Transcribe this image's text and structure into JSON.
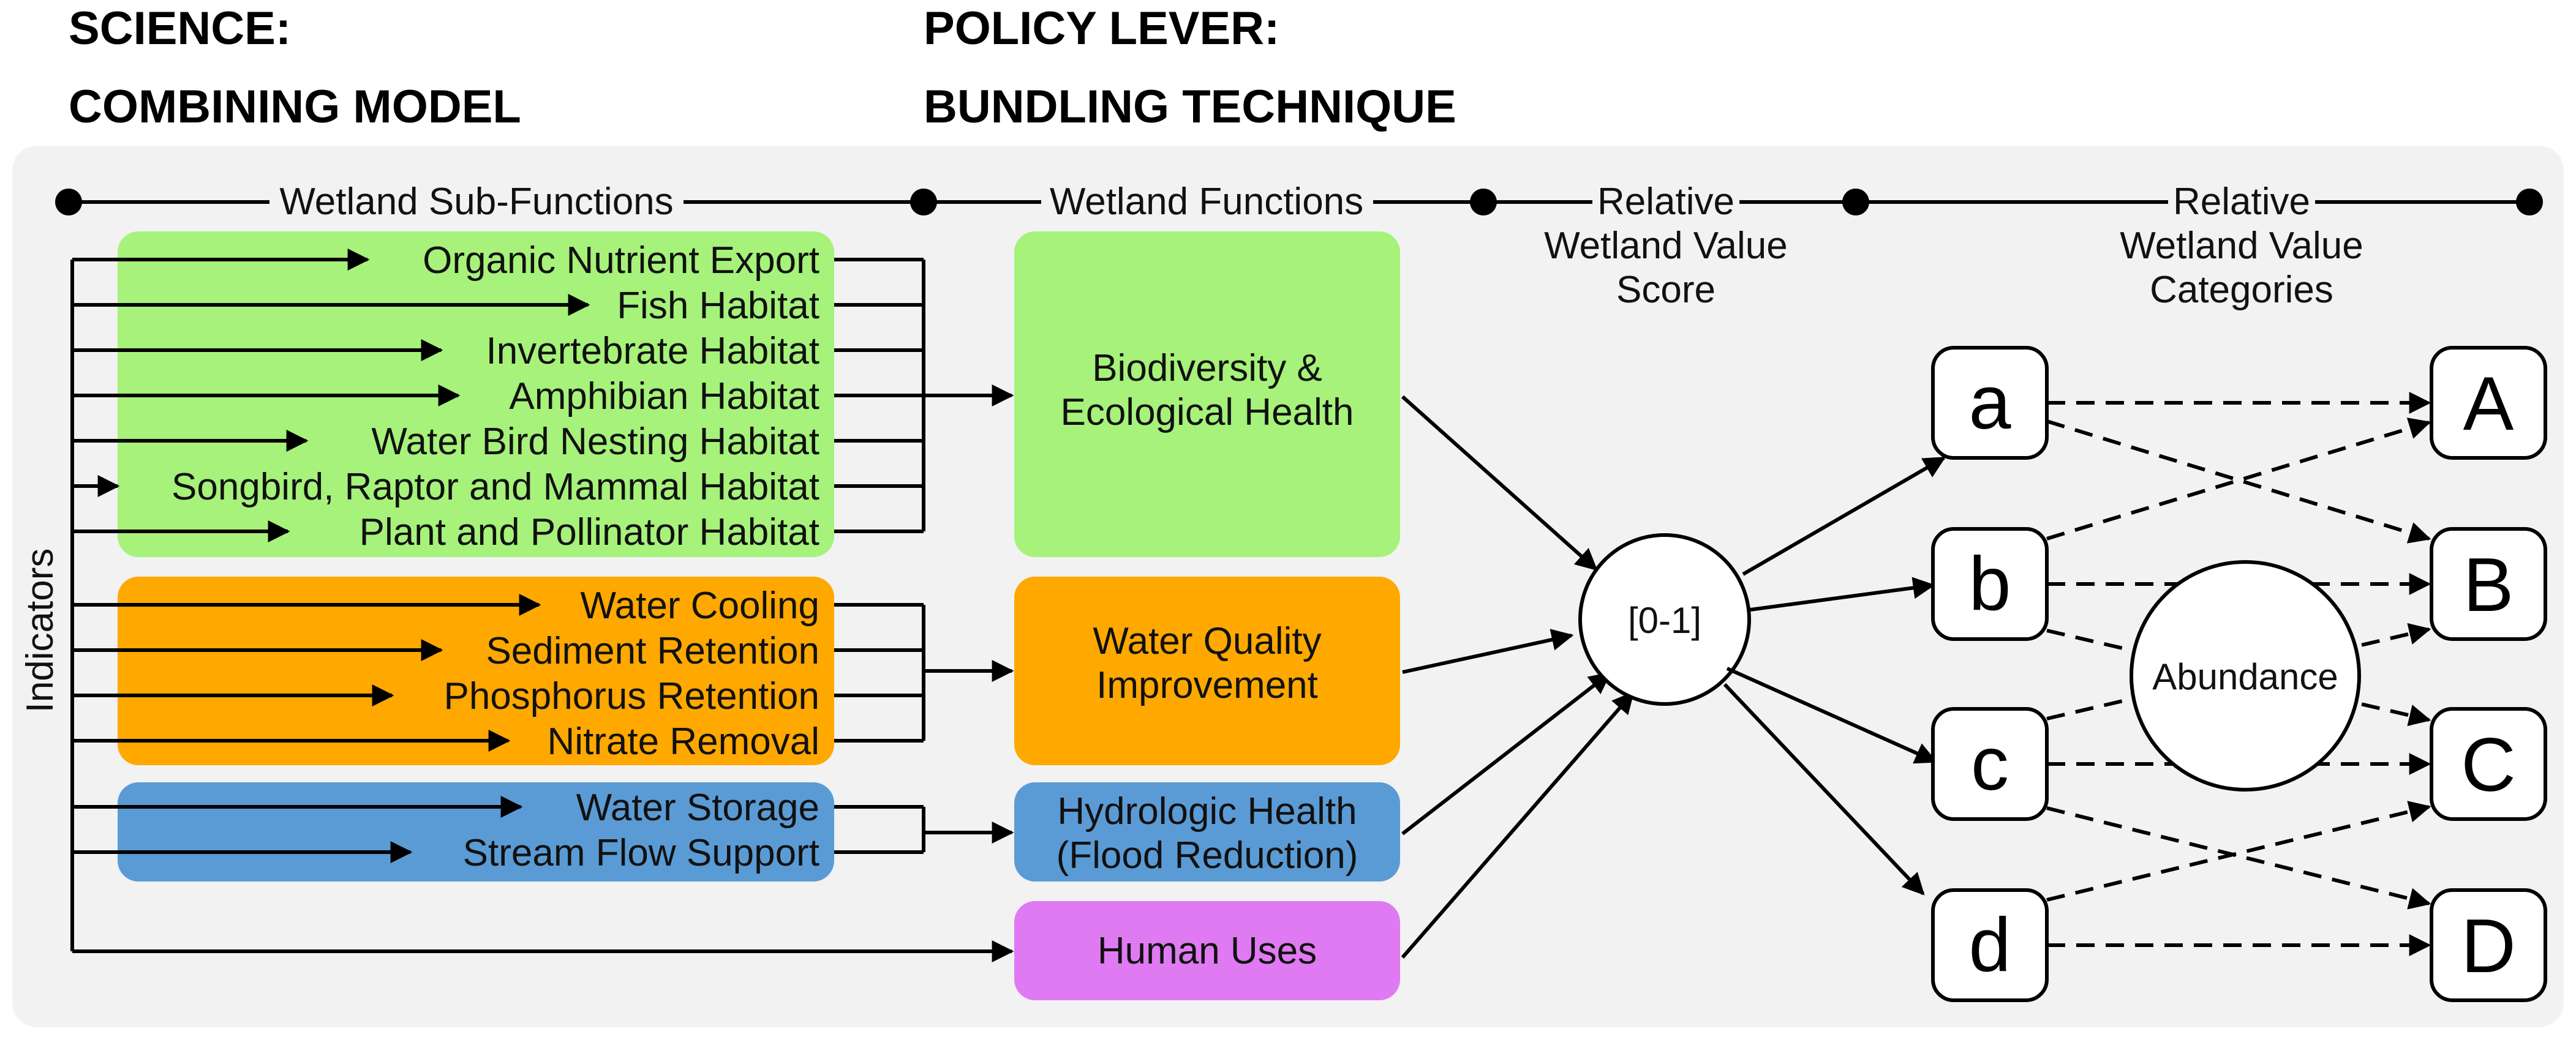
{
  "headings": {
    "science_line1": "SCIENCE:",
    "science_line2": "COMBINING MODEL",
    "policy_line1": "POLICY LEVER:",
    "policy_line2": "BUNDLING TECHNIQUE"
  },
  "columns": {
    "sub_functions": "Wetland Sub-Functions",
    "functions": "Wetland Functions",
    "score": [
      "Relative",
      "Wetland Value",
      "Score"
    ],
    "categories": [
      "Relative",
      "Wetland Value",
      "Categories"
    ]
  },
  "indicators_label": "Indicators",
  "groups": [
    {
      "color": "#a6f27a",
      "sub_functions": [
        "Organic Nutrient Export",
        "Fish Habitat",
        "Invertebrate Habitat",
        "Amphibian Habitat",
        "Water Bird Nesting Habitat",
        "Songbird, Raptor and Mammal Habitat",
        "Plant and Pollinator Habitat"
      ],
      "function": [
        "Biodiversity &",
        "Ecological Health"
      ]
    },
    {
      "color": "#ffa800",
      "sub_functions": [
        "Water Cooling",
        "Sediment Retention",
        "Phosphorus Retention",
        "Nitrate Removal"
      ],
      "function": [
        "Water Quality",
        "Improvement"
      ]
    },
    {
      "color": "#5b9bd5",
      "sub_functions": [
        "Water Storage",
        "Stream Flow Support"
      ],
      "function": [
        "Hydrologic Health",
        "(Flood Reduction)"
      ]
    },
    {
      "color": "#e07af2",
      "sub_functions": [],
      "function": [
        "Human Uses"
      ]
    }
  ],
  "score_node": "[0-1]",
  "score_levels": [
    "a",
    "b",
    "c",
    "d"
  ],
  "abundance_label": "Abundance",
  "categories": [
    "A",
    "B",
    "C",
    "D"
  ],
  "colors": {
    "panel_background": "#f2f2f2",
    "green": "#a6f27a",
    "orange": "#ffa800",
    "blue": "#5b9bd5",
    "purple": "#e07af2"
  }
}
